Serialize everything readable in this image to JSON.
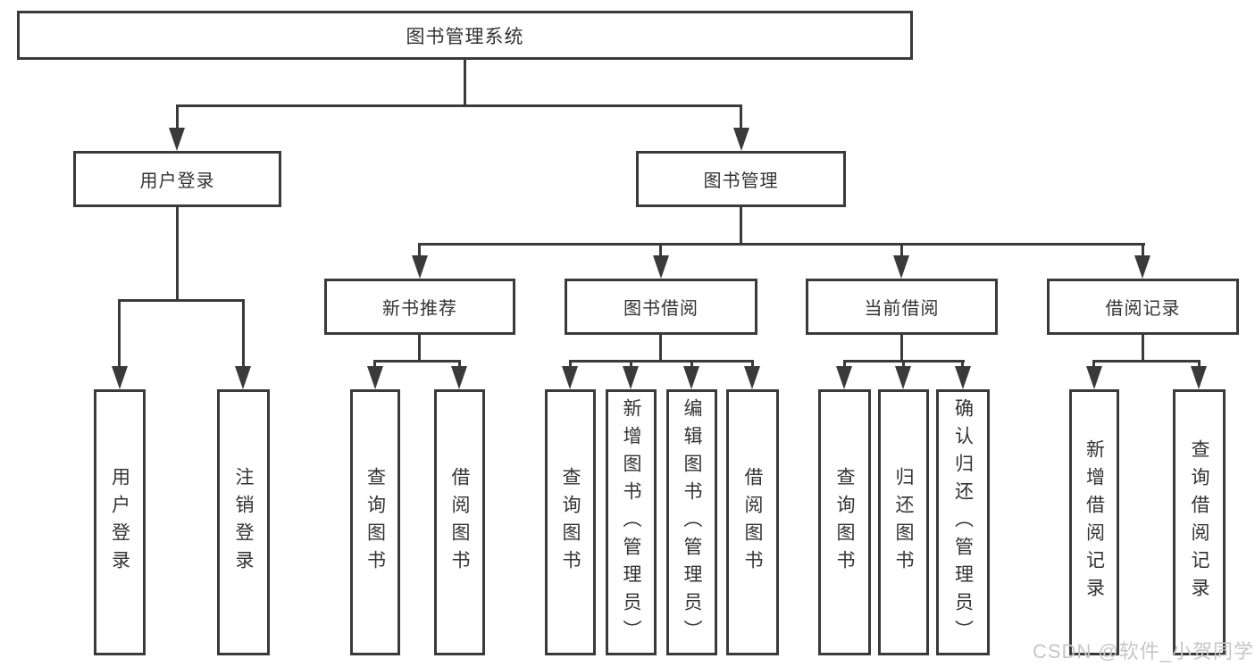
{
  "diagram": {
    "type": "functional-structure-tree",
    "watermark": "CSDN @软件_小贺同学",
    "colors": {
      "line": "#3a3a3a",
      "box_border": "#3a3a3a",
      "text": "#333333",
      "watermark": "#c6c6c6",
      "background": "#ffffff"
    }
  },
  "tree": {
    "root_label": "图书管理系统",
    "children": [
      {
        "label": "用户登录",
        "children": [
          {
            "label": "用户登录"
          },
          {
            "label": "注销登录"
          }
        ]
      },
      {
        "label": "图书管理",
        "children": [
          {
            "label": "新书推荐",
            "children": [
              {
                "label": "查询图书"
              },
              {
                "label": "借阅图书"
              }
            ]
          },
          {
            "label": "图书借阅",
            "children": [
              {
                "label": "查询图书"
              },
              {
                "label": "新增图书（管理员）"
              },
              {
                "label": "编辑图书（管理员）"
              },
              {
                "label": "借阅图书"
              }
            ]
          },
          {
            "label": "当前借阅",
            "children": [
              {
                "label": "查询图书"
              },
              {
                "label": "归还图书"
              },
              {
                "label": "确认归还（管理员）"
              }
            ]
          },
          {
            "label": "借阅记录",
            "children": [
              {
                "label": "新增借阅记录"
              },
              {
                "label": "查询借阅记录"
              }
            ]
          }
        ]
      }
    ]
  }
}
